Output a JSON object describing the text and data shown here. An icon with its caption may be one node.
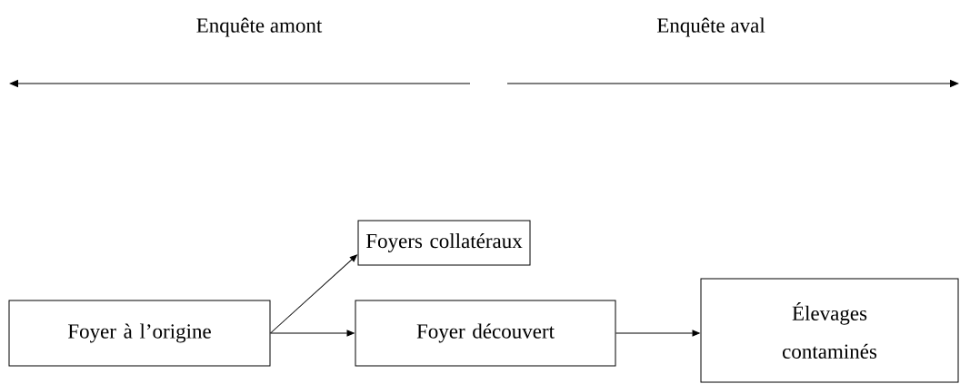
{
  "diagram": {
    "nodes": [
      {
        "text": [
          "Foyers collatéraux"
        ]
      },
      {
        "text": [
          "Foyer à l’origine"
        ]
      },
      {
        "text": [
          "Foyer découvert"
        ]
      },
      {
        "text": [
          "Élevages contaminés"
        ]
      }
    ],
    "edges": [
      {
        "from": 1,
        "to": 0,
        "arrow": "to"
      },
      {
        "from": 1,
        "to": 2,
        "arrow": "to"
      },
      {
        "from": 2,
        "to": 3,
        "arrow": "to"
      }
    ],
    "labels": [
      "Enquête amont",
      "Enquête aval"
    ]
  }
}
